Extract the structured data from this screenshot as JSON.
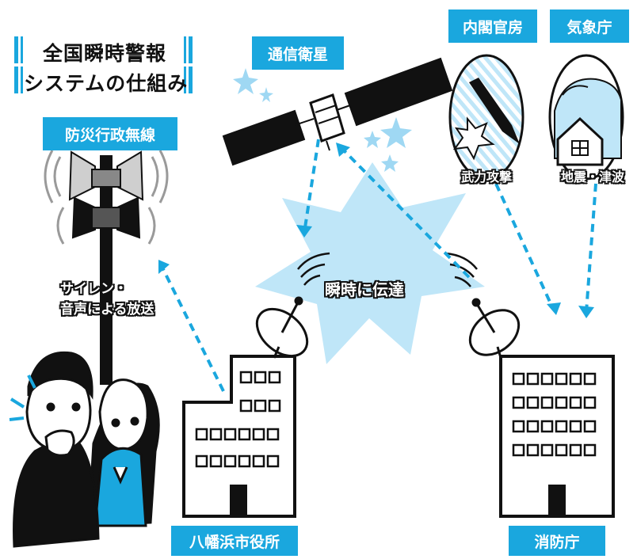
{
  "title": {
    "line1": "全国瞬時警報",
    "line2": "システムの仕組み"
  },
  "labels": {
    "satellite": "通信衛星",
    "cabinet": "内閣官房",
    "jma": "気象庁",
    "disaster_radio": "防災行政無線",
    "city_hall": "八幡浜市役所",
    "fdma": "消防庁"
  },
  "captions": {
    "armed_attack": "武力攻撃",
    "quake_tsunami": "地震・津波",
    "siren_line1": "サイレン・",
    "siren_line2": "音声による放送",
    "instant": "瞬時に伝達"
  },
  "colors": {
    "accent": "#1aa7de",
    "burst": "#bfe6f8",
    "ink": "#111111"
  }
}
